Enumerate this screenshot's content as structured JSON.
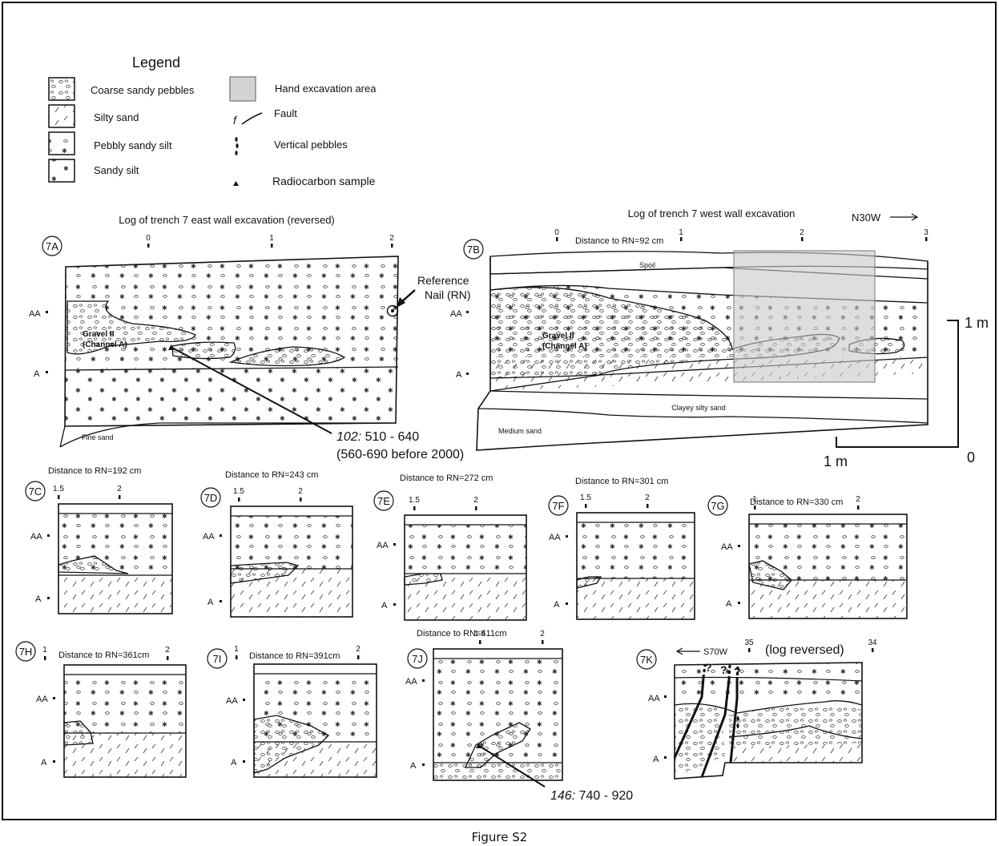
{
  "figure_caption": "Figure S2",
  "legend": {
    "title": "Legend",
    "items": {
      "coarse": "Coarse sandy pebbles",
      "silty": "Silty sand",
      "pebbly": "Pebbly sandy silt",
      "sandy": "Sandy silt",
      "hand": "Hand excavation area",
      "fault": "Fault",
      "fault_symbol": "f",
      "vertical": "Vertical pebbles",
      "radio": "Radiocarbon sample"
    }
  },
  "panel_7a": {
    "label": "7A",
    "title": "Log of trench 7 east wall excavation (reversed)",
    "ticks": [
      "0",
      "1",
      "2"
    ],
    "aa": "AA",
    "a": "A",
    "gravel1": "Gravel II",
    "gravel2": "(Channel A)",
    "fine_sand": "Fine sand",
    "ref1": "Reference",
    "ref2": "Nail (RN)",
    "sample_id": "102:",
    "sample_range": " 510 - 640",
    "sample_note": "(560-690 before 2000)"
  },
  "panel_7b": {
    "label": "7B",
    "title": "Log of trench 7 west wall excavation",
    "direction": "N30W",
    "distance": "Distance to RN=92 cm",
    "ticks": [
      "0",
      "1",
      "2",
      "3"
    ],
    "spoil": "Spoil",
    "gravel1": "Gravel II",
    "gravel2": "(Channel A)",
    "clayey": "Clayey silty sand",
    "medium": "Medium sand",
    "aa": "AA",
    "a": "A"
  },
  "scale": {
    "vertical": "1 m",
    "horizontal": "1 m",
    "origin": "0"
  },
  "small_panels": [
    {
      "label": "7C",
      "distance": "Distance to RN=192 cm",
      "t1": "1.5",
      "t2": "2"
    },
    {
      "label": "7D",
      "distance": "Distance to RN=243 cm",
      "t1": "1.5",
      "t2": "2"
    },
    {
      "label": "7E",
      "distance": "Distance to RN=272 cm",
      "t1": "1.5",
      "t2": "2"
    },
    {
      "label": "7F",
      "distance": "Distance to RN=301 cm",
      "t1": "1.5",
      "t2": "2"
    },
    {
      "label": "7G",
      "distance": "Distance to RN=330 cm",
      "t1": "1",
      "t2": "2"
    },
    {
      "label": "7H",
      "distance": "Distance to RN=361cm",
      "t1": "1",
      "t2": "2"
    },
    {
      "label": "7I",
      "distance": "Distance to RN=391cm",
      "t1": "1",
      "t2": "2"
    },
    {
      "label": "7J",
      "distance": "Distance to RN=411cm",
      "t1": "1.5",
      "t2": "2"
    }
  ],
  "panel_7j_sample": {
    "id": "146:",
    "range": " 740 - 920"
  },
  "panel_7k": {
    "label": "7K",
    "direction": "S70W",
    "t1": "35",
    "note": "(log reversed)",
    "t2": "34",
    "q": "?"
  },
  "layer_labels": {
    "aa": "AA",
    "a": "A"
  }
}
